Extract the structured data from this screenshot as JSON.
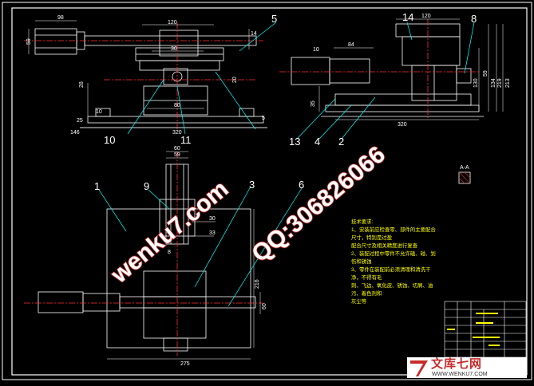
{
  "drawing": {
    "front_view": {
      "dims": {
        "d98": "98",
        "d120": "120",
        "d59": "59",
        "d14": "14",
        "d30": "30",
        "d28": "28",
        "d20": "20",
        "d80": "80",
        "d10": "10",
        "d146": "146",
        "d320": "320",
        "d5": "5",
        "d25": "25"
      },
      "callouts": {
        "c5": "5",
        "c10": "10",
        "c11": "11"
      }
    },
    "side_view": {
      "dims": {
        "d120": "120",
        "d10": "10",
        "d84": "84",
        "d35": "35",
        "d130": "130",
        "d59": "59",
        "d134": "134",
        "d219": "219",
        "d213": "213",
        "d320": "320"
      },
      "callouts": {
        "c14": "14",
        "c8": "8",
        "c13": "13",
        "c4": "4",
        "c2": "2"
      }
    },
    "top_view": {
      "dims": {
        "d60": "60",
        "d59": "59",
        "d30": "30",
        "d33": "33",
        "d8": "8",
        "d275": "275",
        "d216": "216",
        "d60b": "60"
      },
      "callouts": {
        "c1": "1",
        "c9": "9",
        "c3": "3",
        "c6": "6"
      }
    },
    "section_label": "A-A"
  },
  "notes": {
    "title": "技术要求:",
    "lines": [
      "1、安装前应检查零、部件的主要配合尺寸，特别是过盈",
      "配合尺寸及相关精度进行复查",
      "2、装配过程中零件不允许磕、碰、划伤和锈蚀",
      "3、零件在装配前必须清理和清洗干净，不得有毛",
      "刺、飞边、氧化皮、锈蚀、切屑、油污、着色剂和",
      "灰尘等"
    ]
  },
  "watermarks": {
    "site": "wenku7.com",
    "qq": "QQ:306826066"
  },
  "brand": {
    "name": "文库七网",
    "url": "WWW.WENKU7.COM"
  },
  "colors": {
    "background": "#000000",
    "line": "#ffffff",
    "center": "#ff3030",
    "note": "#ffff00",
    "leader": "#00ffff",
    "cut": "#00c0ff",
    "watermark_stroke": "#c62b2b"
  }
}
